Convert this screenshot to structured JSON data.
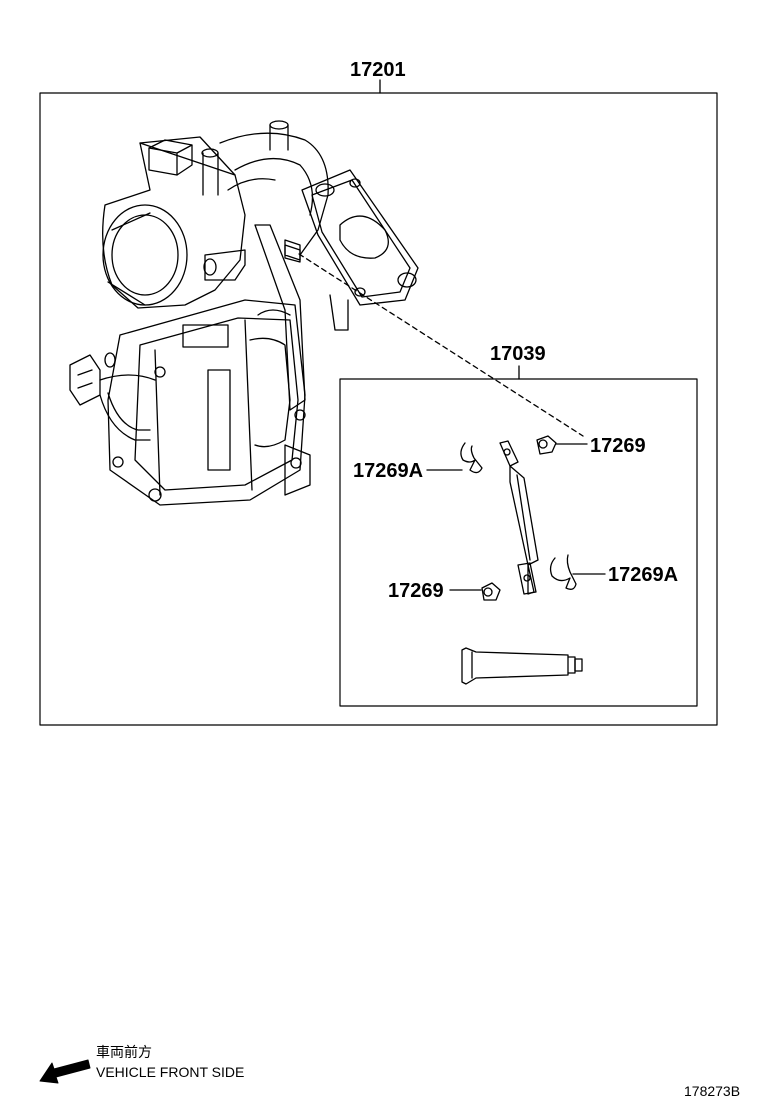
{
  "labels": {
    "assembly": "17201",
    "kit": "17039",
    "nut_upper": "17269",
    "clip_left": "17269A",
    "nut_lower": "17269",
    "clip_right": "17269A"
  },
  "direction": {
    "japanese": "車両前方",
    "english": "VEHICLE FRONT SIDE",
    "arrow_icon": "arrow-left-down-icon"
  },
  "figure_code": "178273B",
  "colors": {
    "line": "#000000",
    "background": "#ffffff"
  }
}
